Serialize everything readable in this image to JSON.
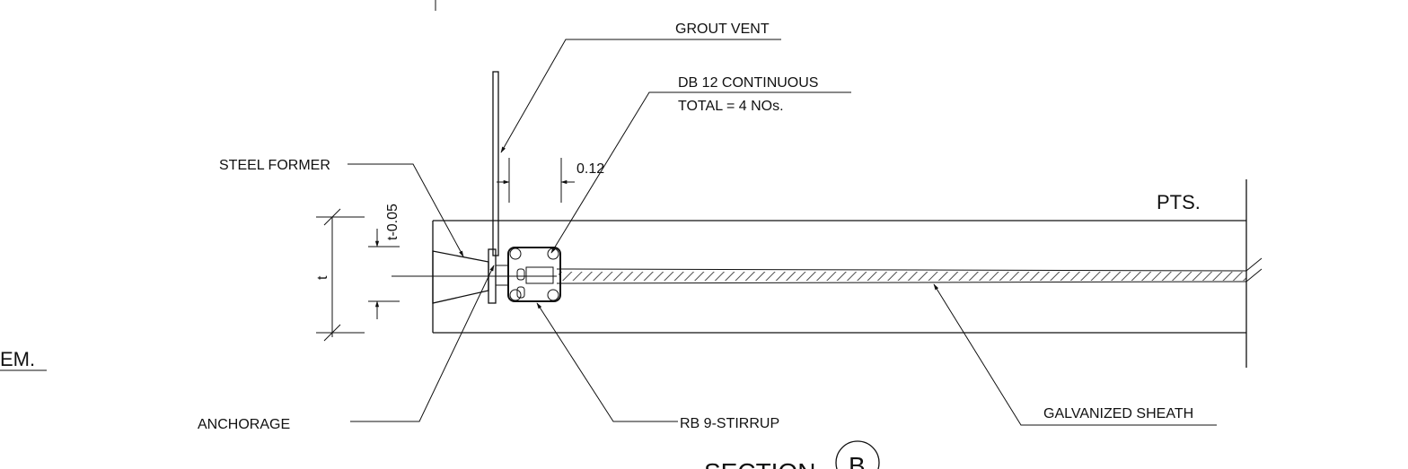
{
  "labels": {
    "grout_vent": "GROUT VENT",
    "db12_line1": "DB 12  CONTINUOUS",
    "db12_line2": "TOTAL = 4 NOs.",
    "steel_former": "STEEL FORMER",
    "dim_012": "0.12",
    "dim_t005": "t-0.05",
    "dim_t": "t",
    "pts": "PTS.",
    "edge_text": "EM.",
    "anchorage": "ANCHORAGE",
    "rb9_stirrup": "RB 9-STIRRUP",
    "galvanized_sheath": "GALVANIZED SHEATH",
    "section_word": "SECTION",
    "section_mark": "B"
  }
}
